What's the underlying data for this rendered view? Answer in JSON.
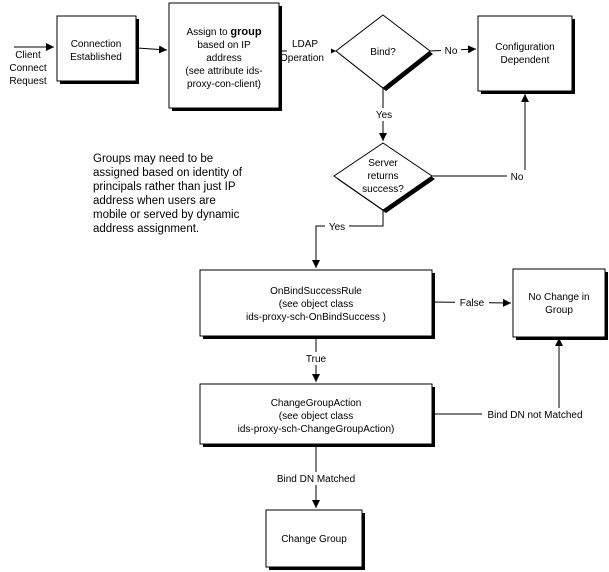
{
  "input": {
    "lines": [
      "Client",
      "Connect",
      "Request"
    ]
  },
  "nodes": {
    "connection": {
      "lines": [
        "Connection",
        "Established"
      ]
    },
    "assign": {
      "line1_prefix": "Assign to ",
      "line1_bold": "group",
      "lines": [
        "based on IP",
        "address",
        "(see attribute ids-",
        "proxy-con-client)"
      ]
    },
    "bind": {
      "lines": [
        "Bind?"
      ]
    },
    "config": {
      "lines": [
        "Configuration",
        "Dependent"
      ]
    },
    "server": {
      "lines": [
        "Server",
        "returns",
        "success?"
      ]
    },
    "onbind": {
      "lines": [
        "OnBindSuccessRule",
        "(see object class",
        "ids-proxy-sch-OnBindSuccess )"
      ]
    },
    "nochange": {
      "lines": [
        "No Change in",
        "Group"
      ]
    },
    "changeaction": {
      "lines": [
        "ChangeGroupAction",
        "(see object class",
        "ids-proxy-sch-ChangeGroupAction)"
      ]
    },
    "changegroup": {
      "lines": [
        "Change Group"
      ]
    }
  },
  "edge_labels": {
    "ldap": [
      "LDAP",
      "Operation"
    ],
    "bind_no": "No",
    "bind_yes": "Yes",
    "server_no": "No",
    "server_yes": "Yes",
    "onbind_false": "False",
    "onbind_true": "True",
    "not_matched": "Bind DN not Matched",
    "matched": "Bind DN Matched"
  },
  "note": {
    "lines": [
      "Groups may need to be",
      "assigned based on identity of",
      "principals rather than just IP",
      "address when users are",
      "mobile or served by dynamic",
      "address assignment."
    ]
  }
}
